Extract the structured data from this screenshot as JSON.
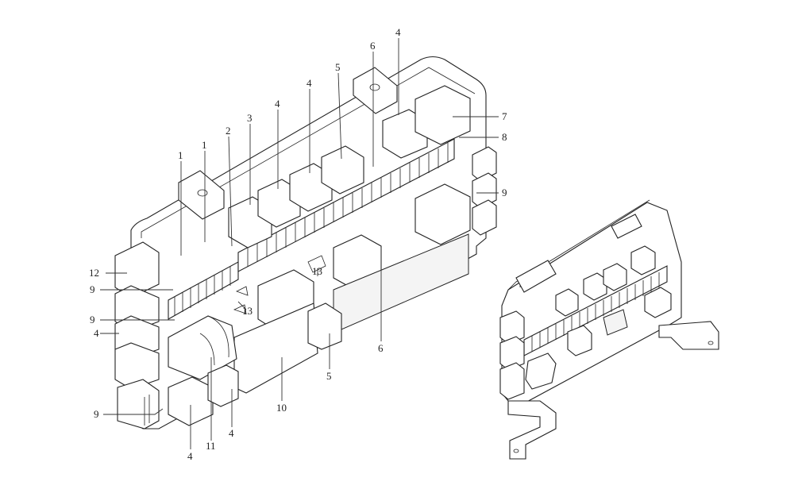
{
  "callouts": [
    {
      "id": "c1a",
      "text": "1"
    },
    {
      "id": "c1b",
      "text": "1"
    },
    {
      "id": "c2",
      "text": "2"
    },
    {
      "id": "c3",
      "text": "3"
    },
    {
      "id": "c4a",
      "text": "4"
    },
    {
      "id": "c4b",
      "text": "4"
    },
    {
      "id": "c4c",
      "text": "4"
    },
    {
      "id": "c5a",
      "text": "5"
    },
    {
      "id": "c6a",
      "text": "6"
    },
    {
      "id": "c7",
      "text": "7"
    },
    {
      "id": "c8",
      "text": "8"
    },
    {
      "id": "c9a",
      "text": "9"
    },
    {
      "id": "c12",
      "text": "12"
    },
    {
      "id": "c9b",
      "text": "9"
    },
    {
      "id": "c13a",
      "text": "13"
    },
    {
      "id": "c13b",
      "text": "13"
    },
    {
      "id": "c9c",
      "text": "9"
    },
    {
      "id": "c4d",
      "text": "4"
    },
    {
      "id": "c6b",
      "text": "6"
    },
    {
      "id": "c5b",
      "text": "5"
    },
    {
      "id": "c10",
      "text": "10"
    },
    {
      "id": "c9d",
      "text": "9"
    },
    {
      "id": "c11",
      "text": "11"
    },
    {
      "id": "c4e",
      "text": "4"
    },
    {
      "id": "c4f",
      "text": "4"
    }
  ]
}
